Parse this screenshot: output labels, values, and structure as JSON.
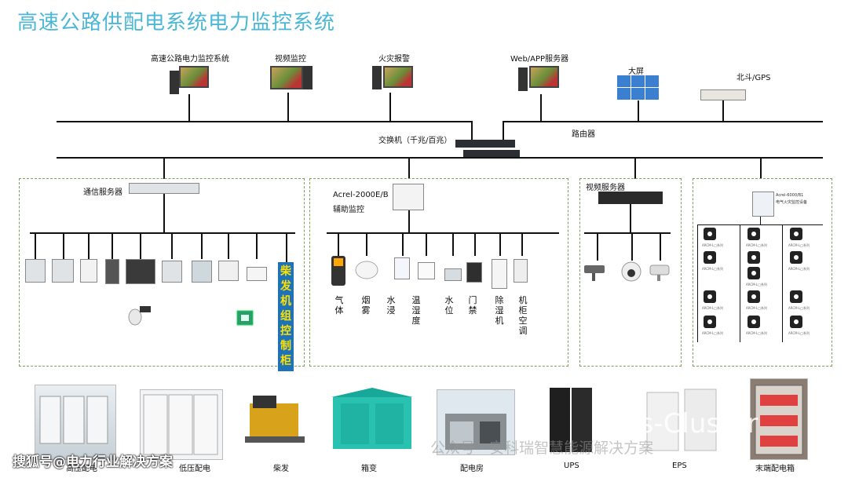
{
  "title": "高速公路供配电系统电力监控系统",
  "top_systems": [
    {
      "label": "高速公路电力监控系统"
    },
    {
      "label": "视频监控"
    },
    {
      "label": "火灾报警"
    },
    {
      "label": "Web/APP服务器"
    }
  ],
  "big_screen_label": "大屏",
  "beidou_label": "北斗/GPS",
  "switch_label": "交换机（千兆/百兆）",
  "router_label": "路由器",
  "comm_server_label": "通信服务器",
  "generator_panel_label": "柴发机组控制柜",
  "aux_device_label": "Acrel-2000E/B",
  "aux_monitor_label": "辅助监控",
  "aux_sensors": [
    "气体",
    "烟雾",
    "水浸",
    "温湿度",
    "水位",
    "门禁",
    "除湿机",
    "机柜空调"
  ],
  "video_server_label": "视频服务器",
  "fire_device_label": "Acrel-6000/B1",
  "fire_device_sub": "电气火灾监控设备",
  "ct_label": "ARCM-L□系列",
  "bottom_items": [
    {
      "label": "高压配电"
    },
    {
      "label": "低压配电"
    },
    {
      "label": "柴发"
    },
    {
      "label": "箱变"
    },
    {
      "label": "配电房"
    },
    {
      "label": "UPS"
    },
    {
      "label": "EPS"
    },
    {
      "label": "末端配电箱"
    }
  ],
  "watermark_left": "搜狐号@电力行业解决方案",
  "watermark_center": "公众号 · 安科瑞智慧能源解决方案",
  "watermark_right": "Geis-Cluster"
}
